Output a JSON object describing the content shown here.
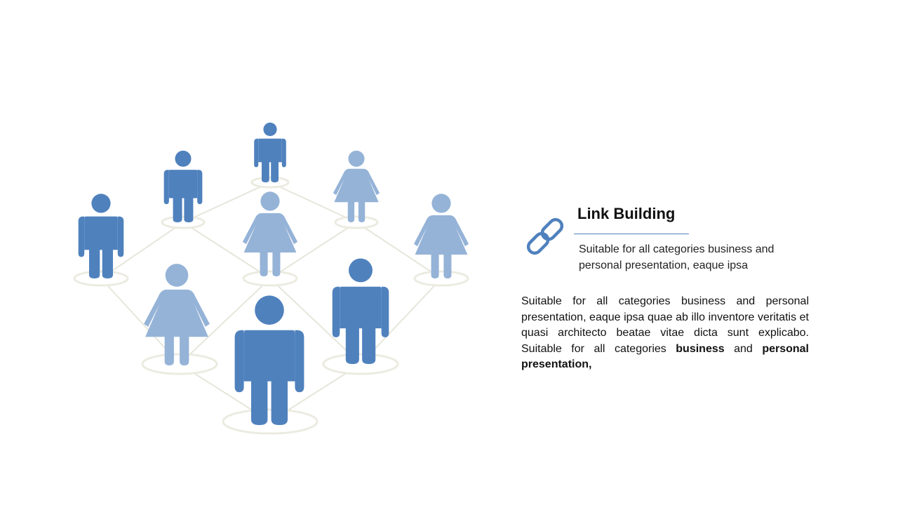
{
  "heading": {
    "title": "Link Building",
    "subtitle": "Suitable for all categories business and personal presentation, eaque ipsa"
  },
  "body": {
    "text": "Suitable for all categories business and personal presentation, eaque ipsa quae ab illo inventore veritatis et quasi architecto beatae vitae dicta sunt explicabo. Suitable for all categories ",
    "bold_1": "business",
    "connector": " and ",
    "bold_2": "personal presentation,"
  },
  "icons": {
    "link": "link-chain-icon",
    "male": "male-person-icon",
    "female": "female-person-icon"
  },
  "colors": {
    "dark_blue": "#4f81bd",
    "light_blue": "#95b3d7",
    "connector_line": "#e6e6dc",
    "ring": "#ecebe1"
  }
}
